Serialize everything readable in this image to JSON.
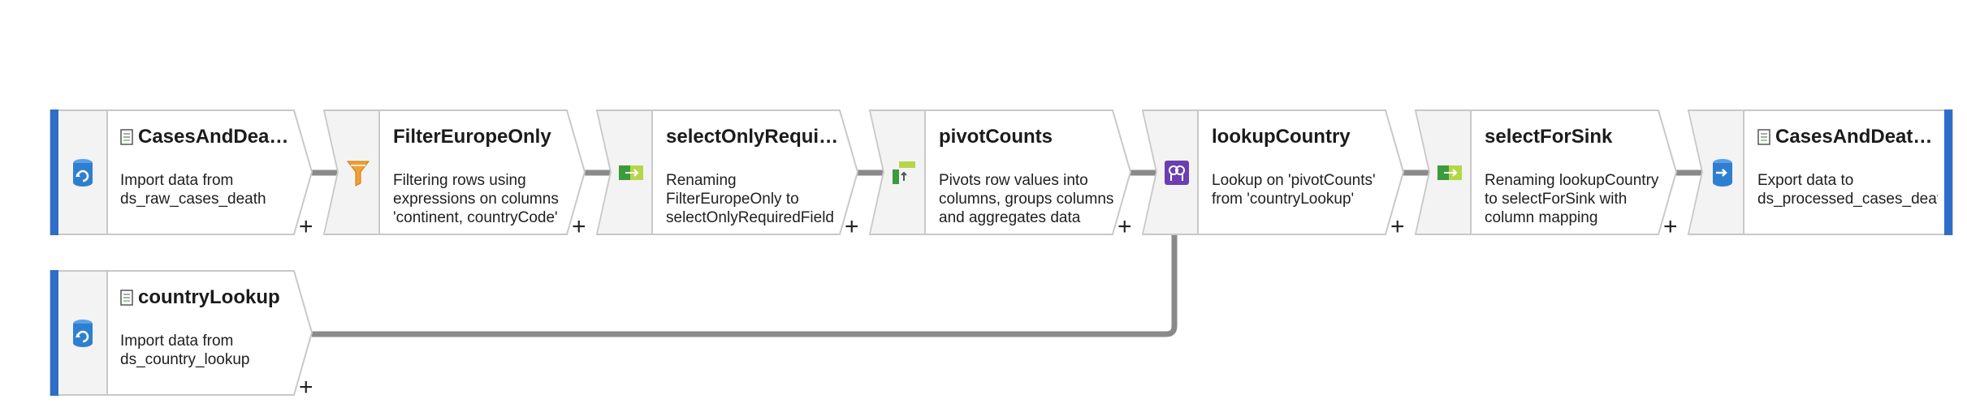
{
  "flow": {
    "nodes": [
      {
        "id": "source-cases",
        "title": "CasesAndDeath...",
        "description": "Import data from ds_raw_cases_death",
        "icon": "source-dataset-icon",
        "kind": "source",
        "has_add": true
      },
      {
        "id": "filter-europe",
        "title": "FilterEuropeOnly",
        "description": "Filtering rows using expressions on columns 'continent, countryCode'",
        "icon": "filter-funnel-icon",
        "kind": "transform",
        "has_add": true
      },
      {
        "id": "select-required",
        "title": "selectOnlyRequir...",
        "description": "Renaming FilterEuropeOnly to selectOnlyRequiredField with column mapping",
        "icon": "select-icon",
        "kind": "transform",
        "has_add": true
      },
      {
        "id": "pivot-counts",
        "title": "pivotCounts",
        "description": "Pivots row values into columns, groups columns and aggregates data",
        "icon": "pivot-icon",
        "kind": "transform",
        "has_add": true
      },
      {
        "id": "lookup-country",
        "title": "lookupCountry",
        "description": "Lookup on 'pivotCounts' from 'countryLookup'",
        "icon": "lookup-icon",
        "kind": "transform",
        "has_add": true
      },
      {
        "id": "select-for-sink",
        "title": "selectForSink",
        "description": "Renaming lookupCountry to selectForSink with column mapping",
        "icon": "select-icon",
        "kind": "transform",
        "has_add": true
      },
      {
        "id": "sink-cases",
        "title": "CasesAndDeath...",
        "description": "Export data to ds_processed_cases_deaths",
        "icon": "sink-dataset-icon",
        "kind": "sink",
        "has_add": false
      },
      {
        "id": "source-country",
        "title": "countryLookup",
        "description": "Import data from ds_country_lookup",
        "icon": "source-dataset-icon",
        "kind": "source",
        "has_add": true
      }
    ],
    "add_symbol": "+"
  },
  "colors": {
    "source_bar": "#2f6ec8",
    "node_border": "#c8c8c8",
    "icon_column": "#f1f1f1",
    "connector": "#8a8a8a",
    "filter_icon": "#f0a030",
    "select_icon_green": "#3d9a3d",
    "select_icon_lime": "#b5d64a",
    "lookup_icon": "#6b3fb0",
    "dataset_icon": "#2f7fd0"
  }
}
